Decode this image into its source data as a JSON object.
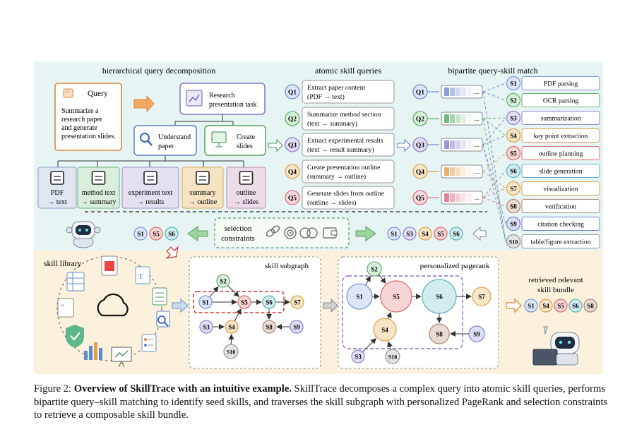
{
  "sections": {
    "decomposition_title": "hierarchical query decomposition",
    "atomic_title": "atomic skill queries",
    "bipartite_title": "bipartite query-skill match",
    "library_title": "skill library",
    "subgraph_title": "skill subgraph",
    "pagerank_title": "personalized pagerank",
    "bundle_title": "retrieved relevant skill bundle"
  },
  "query": {
    "label": "Query",
    "text": [
      "Summarize a",
      "research paper",
      "and generate",
      "presentation slides."
    ]
  },
  "task": {
    "lines": [
      "Research",
      "presentation task"
    ]
  },
  "subtasks": [
    {
      "lines": [
        "Understand",
        "paper"
      ]
    },
    {
      "lines": [
        "Create",
        "slides"
      ]
    }
  ],
  "leaves": [
    {
      "lines": [
        "PDF",
        "→ text"
      ],
      "color": "#dfe6f2",
      "stroke": "#8aa0c8"
    },
    {
      "lines": [
        "method text",
        "→ summary"
      ],
      "color": "#d9eedd",
      "stroke": "#6db57d"
    },
    {
      "lines": [
        "experiment text",
        "→ results"
      ],
      "color": "#e4e0f2",
      "stroke": "#9a8cc8"
    },
    {
      "lines": [
        "summary",
        "→ outline"
      ],
      "color": "#f5e3c3",
      "stroke": "#d6a85a"
    },
    {
      "lines": [
        "outline",
        "→ slides"
      ],
      "color": "#ecdbe8",
      "stroke": "#b88aa8"
    }
  ],
  "atomic_queries": [
    {
      "id": "Q1",
      "lines": [
        "Extract paper content",
        "(PDF → text)"
      ],
      "color": "#dce6f7",
      "stroke": "#6f8fd0"
    },
    {
      "id": "Q2",
      "lines": [
        "Summarize method section",
        "(text → summary)"
      ],
      "color": "#d8efd9",
      "stroke": "#5fae6a"
    },
    {
      "id": "Q3",
      "lines": [
        "Extract experimental results",
        "(text → result summary)"
      ],
      "color": "#e2dcf3",
      "stroke": "#8f7fd0"
    },
    {
      "id": "Q4",
      "lines": [
        "Create presentation outline",
        "(summary → outline)"
      ],
      "color": "#f8e4c6",
      "stroke": "#e0a050"
    },
    {
      "id": "Q5",
      "lines": [
        "Generate slides from outline",
        "(outline → slides)"
      ],
      "color": "#f6d7dc",
      "stroke": "#d97085"
    }
  ],
  "embedding_ellipsis": "...",
  "skills": [
    {
      "id": "S1",
      "name": "PDF parsing",
      "color": "#dce6f7",
      "stroke": "#7c9ad6"
    },
    {
      "id": "S2",
      "name": "OCR parsing",
      "color": "#d8efd9",
      "stroke": "#66b370"
    },
    {
      "id": "S3",
      "name": "summarization",
      "color": "#e4def4",
      "stroke": "#9584d2"
    },
    {
      "id": "S4",
      "name": "key point extraction",
      "color": "#f8e4c6",
      "stroke": "#e0a050"
    },
    {
      "id": "S5",
      "name": "outline planning",
      "color": "#f7d5d5",
      "stroke": "#df7070"
    },
    {
      "id": "S6",
      "name": "slide generation",
      "color": "#d3ecee",
      "stroke": "#5fb4bc"
    },
    {
      "id": "S7",
      "name": "visualization",
      "color": "#f8e6c8",
      "stroke": "#dca650"
    },
    {
      "id": "S8",
      "name": "verification",
      "color": "#eadbd2",
      "stroke": "#b08a78"
    },
    {
      "id": "S9",
      "name": "citation checking",
      "color": "#dde0f6",
      "stroke": "#7c84d6"
    },
    {
      "id": "S10",
      "name": "table/figure extraction",
      "color": "#e3e3e3",
      "stroke": "#9a9a9a"
    }
  ],
  "selection": {
    "label": [
      "selection",
      "constraints"
    ],
    "before": [
      "S1",
      "S3",
      "S4",
      "S5",
      "S6"
    ],
    "after": [
      "S1",
      "S5",
      "S6"
    ]
  },
  "bundle": [
    "S1",
    "S4",
    "S5",
    "S6",
    "S8"
  ],
  "graph_edges": [
    [
      "S1",
      "S2"
    ],
    [
      "S2",
      "S5"
    ],
    [
      "S1",
      "S5"
    ],
    [
      "S5",
      "S6"
    ],
    [
      "S6",
      "S7"
    ],
    [
      "S6",
      "S8"
    ],
    [
      "S9",
      "S8"
    ],
    [
      "S3",
      "S4"
    ],
    [
      "S4",
      "S5"
    ],
    [
      "S10",
      "S4"
    ]
  ],
  "caption": {
    "prefix": "Figure 2:",
    "bold": "Overview of SkillTrace with an intuitive example.",
    "rest": "SkillTrace decomposes a complex query into atomic skill queries, performs bipartite query–skill matching to identify seed skills, and traverses the skill subgraph with personalized PageRank and selection constraints to retrieve a composable skill bundle."
  }
}
